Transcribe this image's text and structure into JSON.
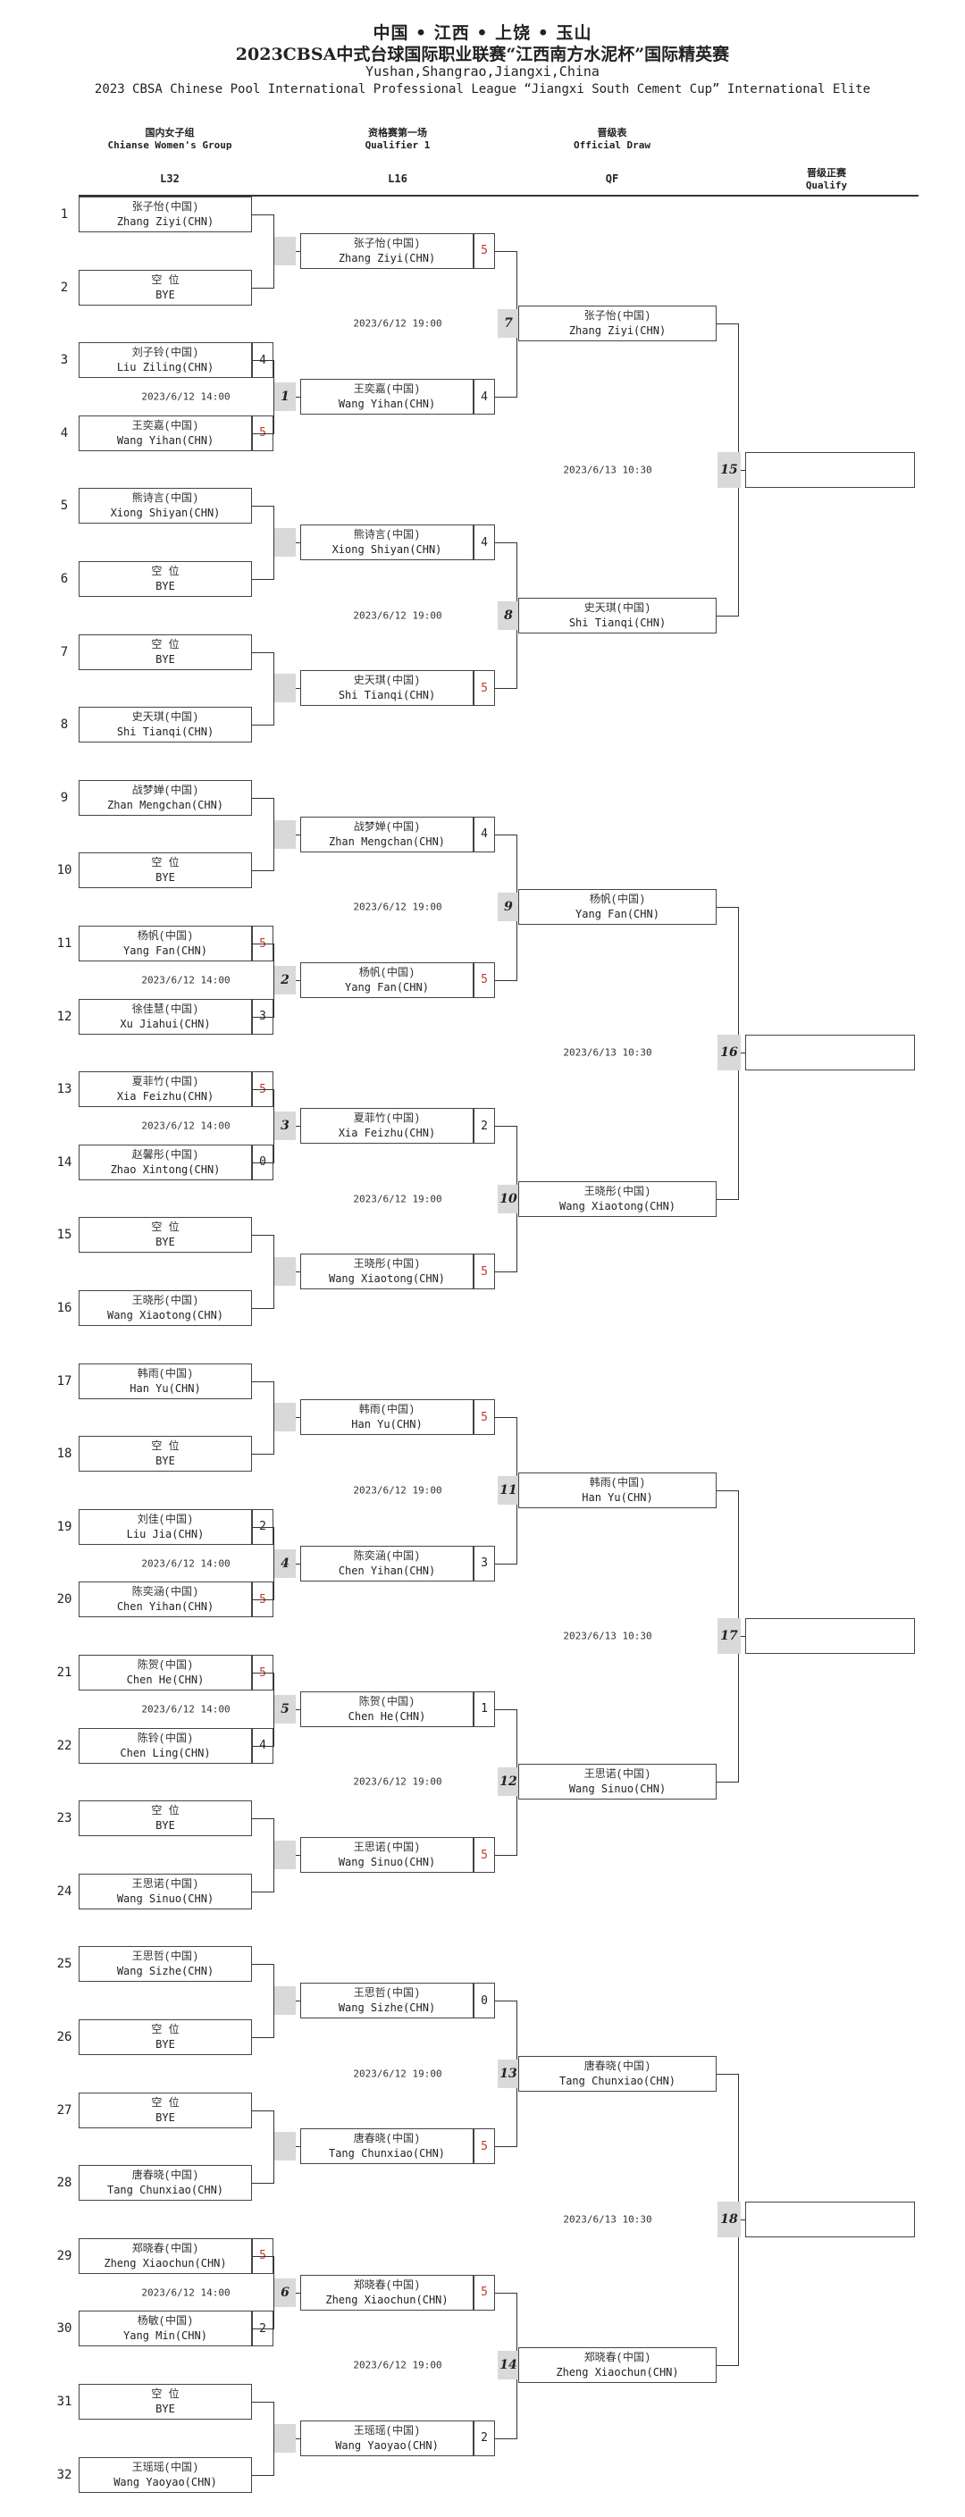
{
  "header": {
    "location_cn": "中国 • 江西 • 上饶 • 玉山",
    "title_cn": "2023CBSA中式台球国际职业联赛“江西南方水泥杯”国际精英赛",
    "location_en": "Yushan,Shangrao,Jiangxi,China",
    "title_en": "2023 CBSA Chinese Pool International Professional League “Jiangxi South Cement Cup” International Elite"
  },
  "columns": {
    "group_cn": "国内女子组",
    "group_en": "Chianse Women's Group",
    "qualifier_cn": "资格赛第一场",
    "qualifier_en": "Qualifier 1",
    "draw_cn": "晋级表",
    "draw_en": "Official Draw",
    "qualify_cn": "晋级正赛",
    "qualify_en": "Qualify",
    "l32": "L32",
    "l16": "L16",
    "qf": "QF"
  },
  "l32": [
    {
      "seed": "1",
      "cn": "张子怡(中国)",
      "en": "Zhang Ziyi(CHN)"
    },
    {
      "seed": "2",
      "cn": "空 位",
      "en": "BYE"
    },
    {
      "seed": "3",
      "cn": "刘子铃(中国)",
      "en": "Liu Ziling(CHN)",
      "score": "4"
    },
    {
      "seed": "4",
      "cn": "王奕嘉(中国)",
      "en": "Wang Yihan(CHN)",
      "score": "5"
    },
    {
      "seed": "5",
      "cn": "熊诗言(中国)",
      "en": "Xiong Shiyan(CHN)"
    },
    {
      "seed": "6",
      "cn": "空 位",
      "en": "BYE"
    },
    {
      "seed": "7",
      "cn": "空 位",
      "en": "BYE"
    },
    {
      "seed": "8",
      "cn": "史天琪(中国)",
      "en": "Shi Tianqi(CHN)"
    },
    {
      "seed": "9",
      "cn": "战梦婵(中国)",
      "en": "Zhan Mengchan(CHN)"
    },
    {
      "seed": "10",
      "cn": "空 位",
      "en": "BYE"
    },
    {
      "seed": "11",
      "cn": "杨帆(中国)",
      "en": "Yang Fan(CHN)",
      "score": "5"
    },
    {
      "seed": "12",
      "cn": "徐佳慧(中国)",
      "en": "Xu Jiahui(CHN)",
      "score": "3"
    },
    {
      "seed": "13",
      "cn": "夏菲竹(中国)",
      "en": "Xia Feizhu(CHN)",
      "score": "5"
    },
    {
      "seed": "14",
      "cn": "赵馨彤(中国)",
      "en": "Zhao Xintong(CHN)",
      "score": "0"
    },
    {
      "seed": "15",
      "cn": "空 位",
      "en": "BYE"
    },
    {
      "seed": "16",
      "cn": "王晓彤(中国)",
      "en": "Wang Xiaotong(CHN)"
    },
    {
      "seed": "17",
      "cn": "韩雨(中国)",
      "en": "Han Yu(CHN)"
    },
    {
      "seed": "18",
      "cn": "空 位",
      "en": "BYE"
    },
    {
      "seed": "19",
      "cn": "刘佳(中国)",
      "en": "Liu Jia(CHN)",
      "score": "2"
    },
    {
      "seed": "20",
      "cn": "陈奕涵(中国)",
      "en": "Chen Yihan(CHN)",
      "score": "5"
    },
    {
      "seed": "21",
      "cn": "陈贺(中国)",
      "en": "Chen He(CHN)",
      "score": "5"
    },
    {
      "seed": "22",
      "cn": "陈铃(中国)",
      "en": "Chen Ling(CHN)",
      "score": "4"
    },
    {
      "seed": "23",
      "cn": "空 位",
      "en": "BYE"
    },
    {
      "seed": "24",
      "cn": "王思诺(中国)",
      "en": "Wang Sinuo(CHN)"
    },
    {
      "seed": "25",
      "cn": "王思哲(中国)",
      "en": "Wang Sizhe(CHN)"
    },
    {
      "seed": "26",
      "cn": "空 位",
      "en": "BYE"
    },
    {
      "seed": "27",
      "cn": "空 位",
      "en": "BYE"
    },
    {
      "seed": "28",
      "cn": "唐春晓(中国)",
      "en": "Tang Chunxiao(CHN)"
    },
    {
      "seed": "29",
      "cn": "郑晓春(中国)",
      "en": "Zheng Xiaochun(CHN)",
      "score": "5"
    },
    {
      "seed": "30",
      "cn": "杨敏(中国)",
      "en": "Yang Min(CHN)",
      "score": "2"
    },
    {
      "seed": "31",
      "cn": "空 位",
      "en": "BYE"
    },
    {
      "seed": "32",
      "cn": "王瑶瑶(中国)",
      "en": "Wang Yaoyao(CHN)"
    }
  ],
  "l32_matches": [
    {
      "num": ""
    },
    {
      "num": "1",
      "time": "2023/6/12 14:00"
    },
    {
      "num": ""
    },
    {
      "num": ""
    },
    {
      "num": ""
    },
    {
      "num": "2",
      "time": "2023/6/12 14:00"
    },
    {
      "num": "3",
      "time": "2023/6/12 14:00"
    },
    {
      "num": ""
    },
    {
      "num": ""
    },
    {
      "num": "4",
      "time": "2023/6/12 14:00"
    },
    {
      "num": "5",
      "time": "2023/6/12 14:00"
    },
    {
      "num": ""
    },
    {
      "num": ""
    },
    {
      "num": ""
    },
    {
      "num": "6",
      "time": "2023/6/12 14:00"
    },
    {
      "num": ""
    }
  ],
  "l16": [
    {
      "cn": "张子怡(中国)",
      "en": "Zhang Ziyi(CHN)",
      "score": "5"
    },
    {
      "cn": "王奕嘉(中国)",
      "en": "Wang Yihan(CHN)",
      "score": "4"
    },
    {
      "cn": "熊诗言(中国)",
      "en": "Xiong Shiyan(CHN)",
      "score": "4"
    },
    {
      "cn": "史天琪(中国)",
      "en": "Shi Tianqi(CHN)",
      "score": "5"
    },
    {
      "cn": "战梦婵(中国)",
      "en": "Zhan Mengchan(CHN)",
      "score": "4"
    },
    {
      "cn": "杨帆(中国)",
      "en": "Yang Fan(CHN)",
      "score": "5"
    },
    {
      "cn": "夏菲竹(中国)",
      "en": "Xia Feizhu(CHN)",
      "score": "2"
    },
    {
      "cn": "王晓彤(中国)",
      "en": "Wang Xiaotong(CHN)",
      "score": "5"
    },
    {
      "cn": "韩雨(中国)",
      "en": "Han Yu(CHN)",
      "score": "5"
    },
    {
      "cn": "陈奕涵(中国)",
      "en": "Chen Yihan(CHN)",
      "score": "3"
    },
    {
      "cn": "陈贺(中国)",
      "en": "Chen He(CHN)",
      "score": "1"
    },
    {
      "cn": "王思诺(中国)",
      "en": "Wang Sinuo(CHN)",
      "score": "5"
    },
    {
      "cn": "王思哲(中国)",
      "en": "Wang Sizhe(CHN)",
      "score": "0"
    },
    {
      "cn": "唐春晓(中国)",
      "en": "Tang Chunxiao(CHN)",
      "score": "5"
    },
    {
      "cn": "郑晓春(中国)",
      "en": "Zheng Xiaochun(CHN)",
      "score": "5"
    },
    {
      "cn": "王瑶瑶(中国)",
      "en": "Wang Yaoyao(CHN)",
      "score": "2"
    }
  ],
  "l16_matches": [
    {
      "num": "7",
      "time": "2023/6/12 19:00"
    },
    {
      "num": "8",
      "time": "2023/6/12 19:00"
    },
    {
      "num": "9",
      "time": "2023/6/12 19:00"
    },
    {
      "num": "10",
      "time": "2023/6/12 19:00"
    },
    {
      "num": "11",
      "time": "2023/6/12 19:00"
    },
    {
      "num": "12",
      "time": "2023/6/12 19:00"
    },
    {
      "num": "13",
      "time": "2023/6/12 19:00"
    },
    {
      "num": "14",
      "time": "2023/6/12 19:00"
    }
  ],
  "qf": [
    {
      "cn": "张子怡(中国)",
      "en": "Zhang Ziyi(CHN)"
    },
    {
      "cn": "史天琪(中国)",
      "en": "Shi Tianqi(CHN)"
    },
    {
      "cn": "杨帆(中国)",
      "en": "Yang Fan(CHN)"
    },
    {
      "cn": "王晓彤(中国)",
      "en": "Wang Xiaotong(CHN)"
    },
    {
      "cn": "韩雨(中国)",
      "en": "Han Yu(CHN)"
    },
    {
      "cn": "王思诺(中国)",
      "en": "Wang Sinuo(CHN)"
    },
    {
      "cn": "唐春晓(中国)",
      "en": "Tang Chunxiao(CHN)"
    },
    {
      "cn": "郑晓春(中国)",
      "en": "Zheng Xiaochun(CHN)"
    }
  ],
  "qf_matches": [
    {
      "num": "15",
      "time": "2023/6/13 10:30"
    },
    {
      "num": "16",
      "time": "2023/6/13 10:30"
    },
    {
      "num": "17",
      "time": "2023/6/13 10:30"
    },
    {
      "num": "18",
      "time": "2023/6/13 10:30"
    }
  ],
  "colors": {
    "line": "#333333",
    "win_score": "#c0392b",
    "match_num_bg": "#d9d9d9"
  }
}
